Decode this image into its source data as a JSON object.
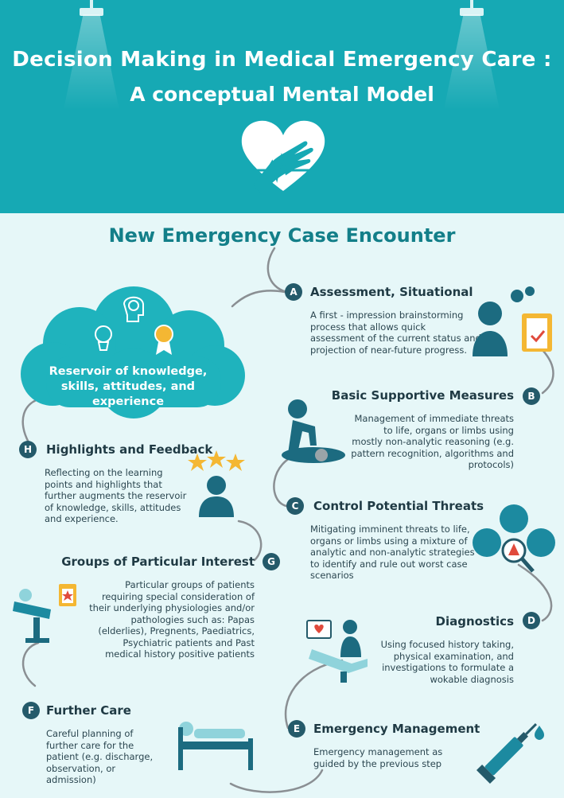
{
  "header": {
    "title_line1": "Decision Making in Medical Emergency Care :",
    "title_line2": "A conceptual Mental Model"
  },
  "subtitle": "New Emergency Case Encounter",
  "cloud": {
    "label": "Reservoir of knowledge, skills, attitudes, and experience"
  },
  "steps": [
    {
      "letter": "A",
      "title": "Assessment, Situational",
      "text": "A first - impression brainstorming process that allows quick assessment of the current status and projection of near-future progress."
    },
    {
      "letter": "B",
      "title": "Basic Supportive Measures",
      "text": "Management of immediate threats to life, organs or limbs using mostly non-analytic reasoning (e.g. pattern recognition, algorithms and protocols)"
    },
    {
      "letter": "C",
      "title": "Control Potential Threats",
      "text": "Mitigating imminent threats to life, organs or limbs using a mixture of analytic and non-analytic strategies to identify and rule out worst case scenarios"
    },
    {
      "letter": "D",
      "title": "Diagnostics",
      "text": "Using focused history taking, physical examination, and investigations to formulate a wokable diagnosis"
    },
    {
      "letter": "E",
      "title": "Emergency Management",
      "text": "Emergency management as guided by the previous step"
    },
    {
      "letter": "F",
      "title": "Further Care",
      "text": "Careful planning of further care for the patient (e.g. discharge, observation, or admission)"
    },
    {
      "letter": "G",
      "title": "Groups of Particular Interest",
      "text": "Particular groups of patients requiring special consideration of their underlying physiologies and/or pathologies such as: Papas (elderlies), Pregnents, Paediatrics, Psychiatric patients and Past medical history positive patients"
    },
    {
      "letter": "H",
      "title": "Highlights and Feedback",
      "text": "Reflecting on the learning points and highlights that further augments the reservoir of knowledge, skills, attitudes and experience."
    }
  ],
  "colors": {
    "header": "#16a9b4",
    "background": "#e6f7f8",
    "badge": "#245a6a",
    "accent": "#1fb3bd",
    "subtitle": "#137f89"
  }
}
